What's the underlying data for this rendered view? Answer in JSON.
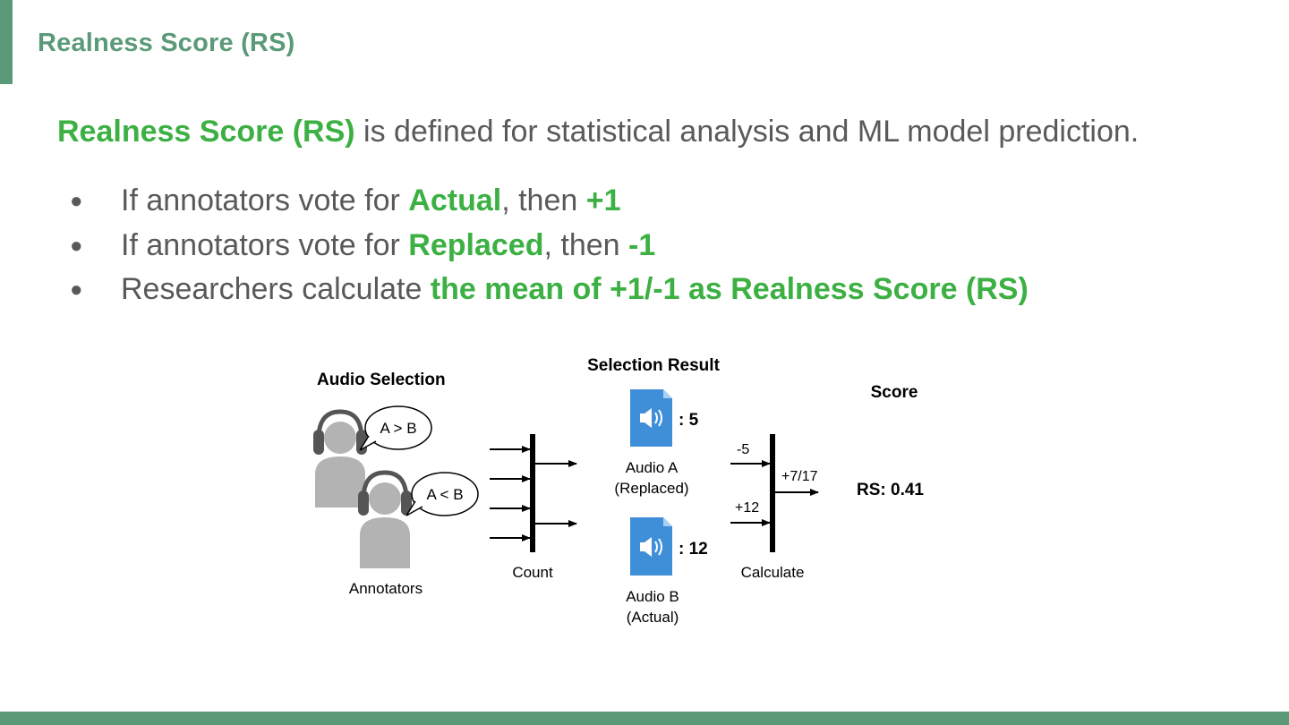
{
  "slide": {
    "title": "Realness Score (RS)",
    "intro": {
      "highlight": "Realness Score (RS)",
      "rest": " is defined for statistical analysis and ML model prediction."
    },
    "bullets": [
      {
        "pre": "If annotators vote for ",
        "h1": "Actual",
        "mid": ", then ",
        "h2": "+1"
      },
      {
        "pre": "If annotators vote for ",
        "h1": "Replaced",
        "mid": ", then ",
        "h2": "-1"
      },
      {
        "pre": "Researchers calculate ",
        "h1": "the mean of +1/-1 as Realness Score (RS)",
        "mid": "",
        "h2": ""
      }
    ],
    "bullet_symbol": "●"
  },
  "diagram": {
    "audio_selection_title": "Audio Selection",
    "bubble_1": "A > B",
    "bubble_2": "A < B",
    "annotators_label": "Annotators",
    "count_label": "Count",
    "selection_result_title": "Selection Result",
    "audio_a_count": ": 5",
    "audio_a_label_1": "Audio A",
    "audio_a_label_2": "(Replaced)",
    "audio_b_count": ": 12",
    "audio_b_label_1": "Audio B",
    "audio_b_label_2": "(Actual)",
    "input_a": "-5",
    "input_b": "+12",
    "output": "+7/17",
    "calculate_label": "Calculate",
    "score_title": "Score",
    "rs_value": "RS: 0.41"
  },
  "colors": {
    "accent": "#5a9a78",
    "highlight": "#3cb043",
    "body_text": "#595959",
    "audio_icon": "#3f8fd8",
    "person": "#b3b3b3",
    "headphones": "#555555"
  }
}
